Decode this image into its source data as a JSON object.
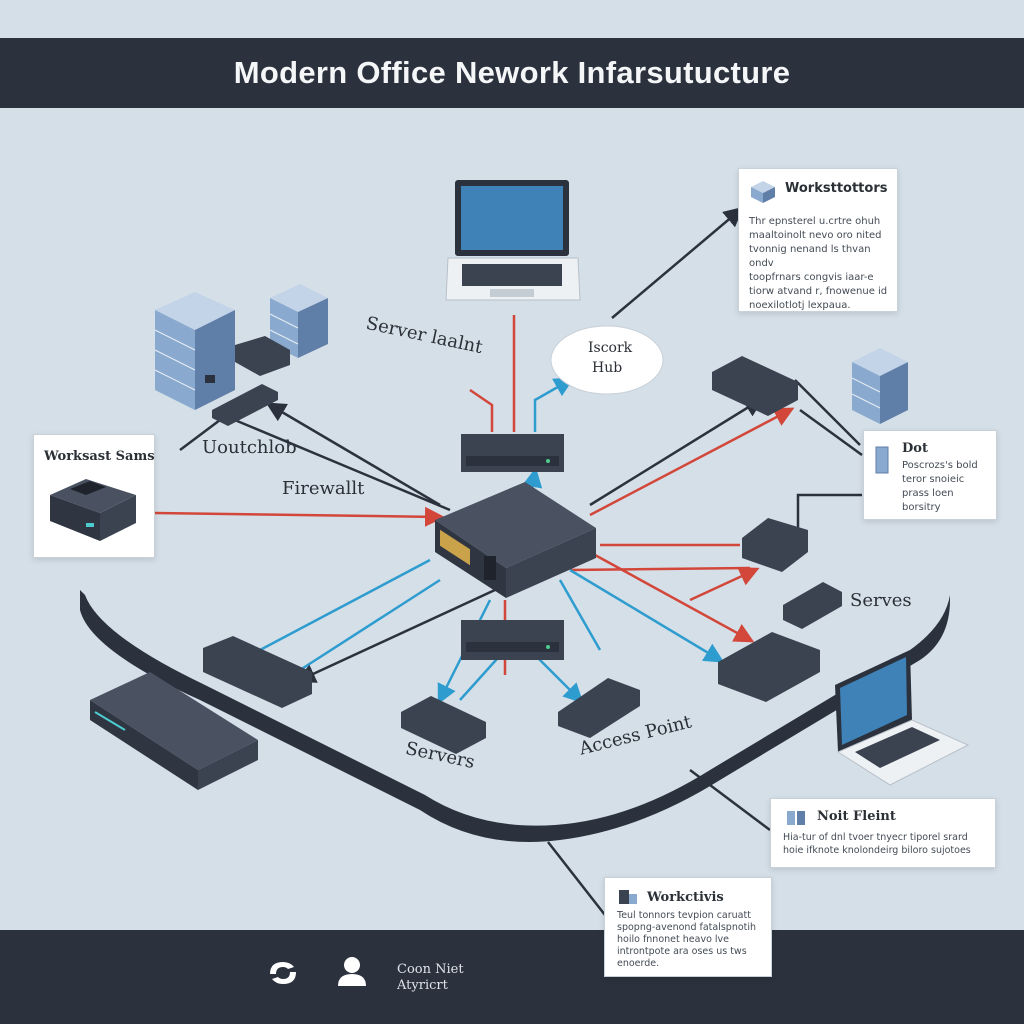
{
  "title": "Modern Office Nework Infarsutucture",
  "labels": {
    "server_left": "Server laalnt",
    "switch_hub": "Uoutchlob",
    "firewall": "Firewallt",
    "serves_right": "Serves",
    "servers_bottom": "Servers",
    "access_point": "Access Point",
    "hub_bubble_line1": "Iscork",
    "hub_bubble_line2": "Hub"
  },
  "cards": {
    "workstations_top": {
      "title": "Worksttottors",
      "lines": [
        "Thr epnsterel u.crtre ohuh",
        "maaltoinolt nevo oro nited",
        "tvonnig nenand ls thvan ondv",
        "toopfrnars congvis iaar-e",
        "tiorw atvand r, fnowenue id",
        "noexilotlotj lexpaua."
      ]
    },
    "workstat_left": {
      "title": "Worksast Sams"
    },
    "dot_right": {
      "title": "Dot",
      "lines": [
        "Poscrozs's bold",
        "teror snoieic",
        "prass loen borsitry"
      ]
    },
    "noit_fleint": {
      "title": "Noit Fleint",
      "lines": [
        "Hia-tur of dnl tvoer tnyecr tiporel srard",
        "hoie ifknote knolondeirg biloro sujotoes"
      ]
    },
    "workctivis": {
      "title": "Workctivis",
      "lines": [
        "Teul tonnors tevpion caruatt",
        "spopng-avenond fatalspnotih",
        "hoilo fnnonet heavo lve",
        "introntpote ara oses us tws",
        "enoerde."
      ]
    }
  },
  "footer": {
    "line1": "Coon Niet",
    "line2": "Atyricrt"
  },
  "colors": {
    "banner": "#2b323d",
    "background": "#d5dfe8",
    "red_link": "#d2473a",
    "blue_link": "#2e9ccf",
    "dark_link": "#2b323d",
    "device": "#3b4250",
    "server_blue": "#8aa9cf"
  },
  "icons": [
    "server-rack-icon",
    "laptop-icon",
    "switch-icon",
    "router-icon",
    "firewall-icon",
    "access-point-icon",
    "user-icon",
    "gear-icon"
  ]
}
